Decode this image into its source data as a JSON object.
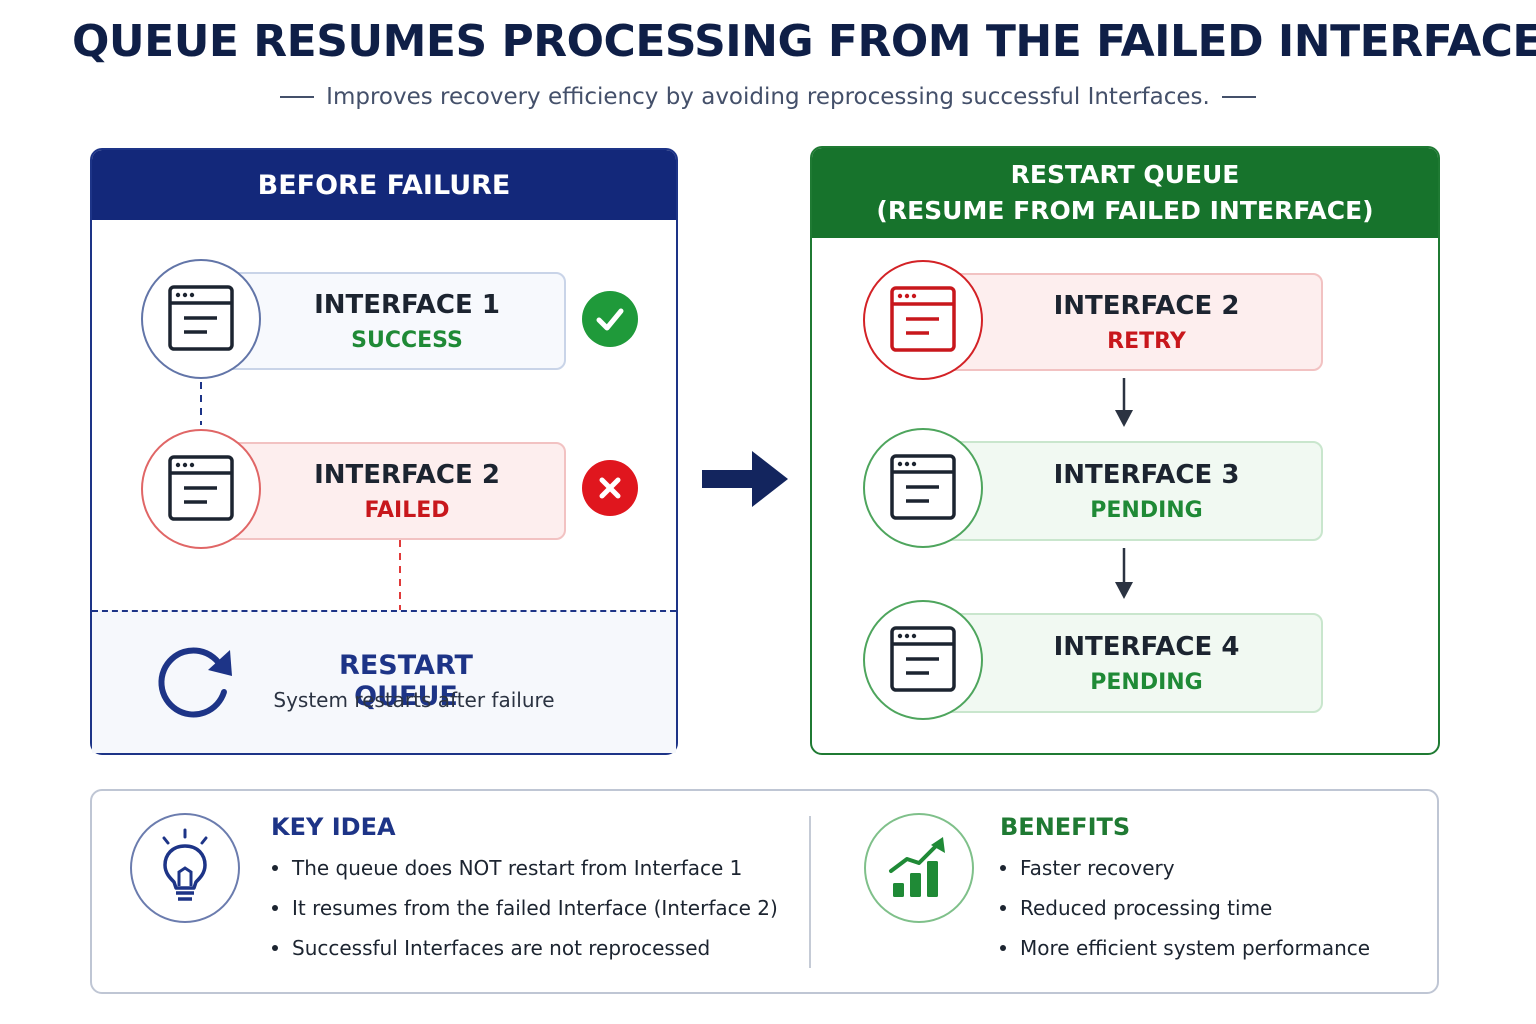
{
  "header": {
    "title": "QUEUE RESUMES PROCESSING FROM THE FAILED INTERFACE",
    "subtitle": "Improves recovery efficiency by avoiding reprocessing successful Interfaces."
  },
  "before": {
    "heading": "BEFORE FAILURE",
    "items": [
      {
        "name": "INTERFACE 1",
        "status": "SUCCESS",
        "badge_icon": "check-icon"
      },
      {
        "name": "INTERFACE 2",
        "status": "FAILED",
        "badge_icon": "x-icon"
      }
    ],
    "restart": {
      "title": "RESTART QUEUE",
      "subtitle": "System restarts after failure",
      "icon": "refresh-icon"
    }
  },
  "after": {
    "heading_line1": "RESTART QUEUE",
    "heading_line2": "(RESUME FROM FAILED INTERFACE)",
    "items": [
      {
        "name": "INTERFACE 2",
        "status": "RETRY"
      },
      {
        "name": "INTERFACE 3",
        "status": "PENDING"
      },
      {
        "name": "INTERFACE 4",
        "status": "PENDING"
      }
    ]
  },
  "key_idea": {
    "title": "KEY IDEA",
    "icon": "lightbulb-icon",
    "bullets": [
      "The queue does NOT restart from Interface 1",
      "It resumes from the failed Interface (Interface 2)",
      "Successful Interfaces are not reprocessed"
    ]
  },
  "benefits": {
    "title": "BENEFITS",
    "icon": "growth-chart-icon",
    "bullets": [
      "Faster recovery",
      "Reduced processing time",
      "More efficient system performance"
    ]
  },
  "colors": {
    "navy": "#13287a",
    "green": "#17732c",
    "red": "#e0161e",
    "success_green": "#1f9a3a"
  }
}
